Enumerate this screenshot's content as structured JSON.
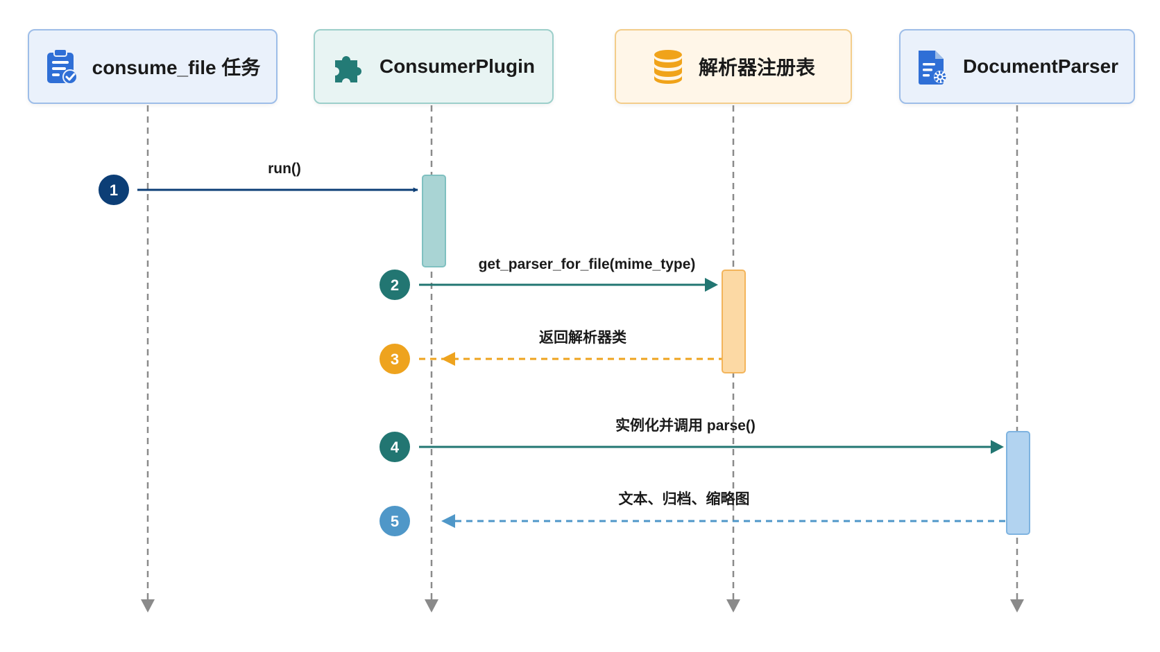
{
  "participants": [
    {
      "label": "consume_file 任务",
      "icon": "clipboard-check-icon"
    },
    {
      "label": "ConsumerPlugin",
      "icon": "puzzle-piece-icon"
    },
    {
      "label": "解析器注册表",
      "icon": "database-icon"
    },
    {
      "label": "DocumentParser",
      "icon": "document-gear-icon"
    }
  ],
  "messages": [
    {
      "step": "1",
      "label": "run()"
    },
    {
      "step": "2",
      "label": "get_parser_for_file(mime_type)"
    },
    {
      "step": "3",
      "label": "返回解析器类"
    },
    {
      "step": "4",
      "label": "实例化并调用 parse()"
    },
    {
      "step": "5",
      "label": "文本、归档、缩略图"
    }
  ],
  "colors": {
    "navy": "#0c3e76",
    "teal": "#227672",
    "amber": "#eea31e",
    "sky": "#4f97c8",
    "lifeline": "#8a8a8a"
  }
}
